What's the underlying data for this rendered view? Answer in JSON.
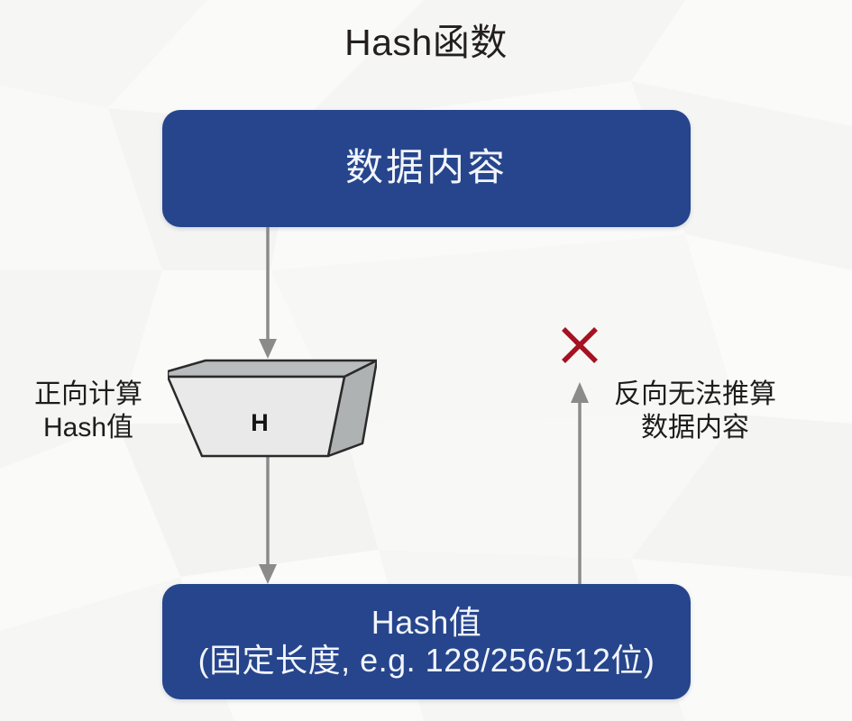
{
  "title": "Hash函数",
  "boxes": {
    "data": {
      "label": "数据内容"
    },
    "hash": {
      "line1": "Hash值",
      "line2": "(固定长度, e.g. 128/256/512位)"
    }
  },
  "funnel": {
    "letter": "H"
  },
  "captions": {
    "forward": {
      "line1": "正向计算",
      "line2": "Hash值"
    },
    "reverse": {
      "line1": "反向无法推算",
      "line2": "数据内容"
    }
  },
  "marks": {
    "cross": "✕"
  },
  "colors": {
    "box_blue": "#26458c",
    "box_text": "#f2f5fb",
    "title_text": "#231f20",
    "caption_text": "#1d1d1d",
    "arrow_gray": "#8b8b8b",
    "cross_red": "#a51221",
    "funnel_face": "#e9e9e9",
    "funnel_top": "#b9bdbd",
    "funnel_side": "#a9adad",
    "background": "#fbfbfa"
  }
}
